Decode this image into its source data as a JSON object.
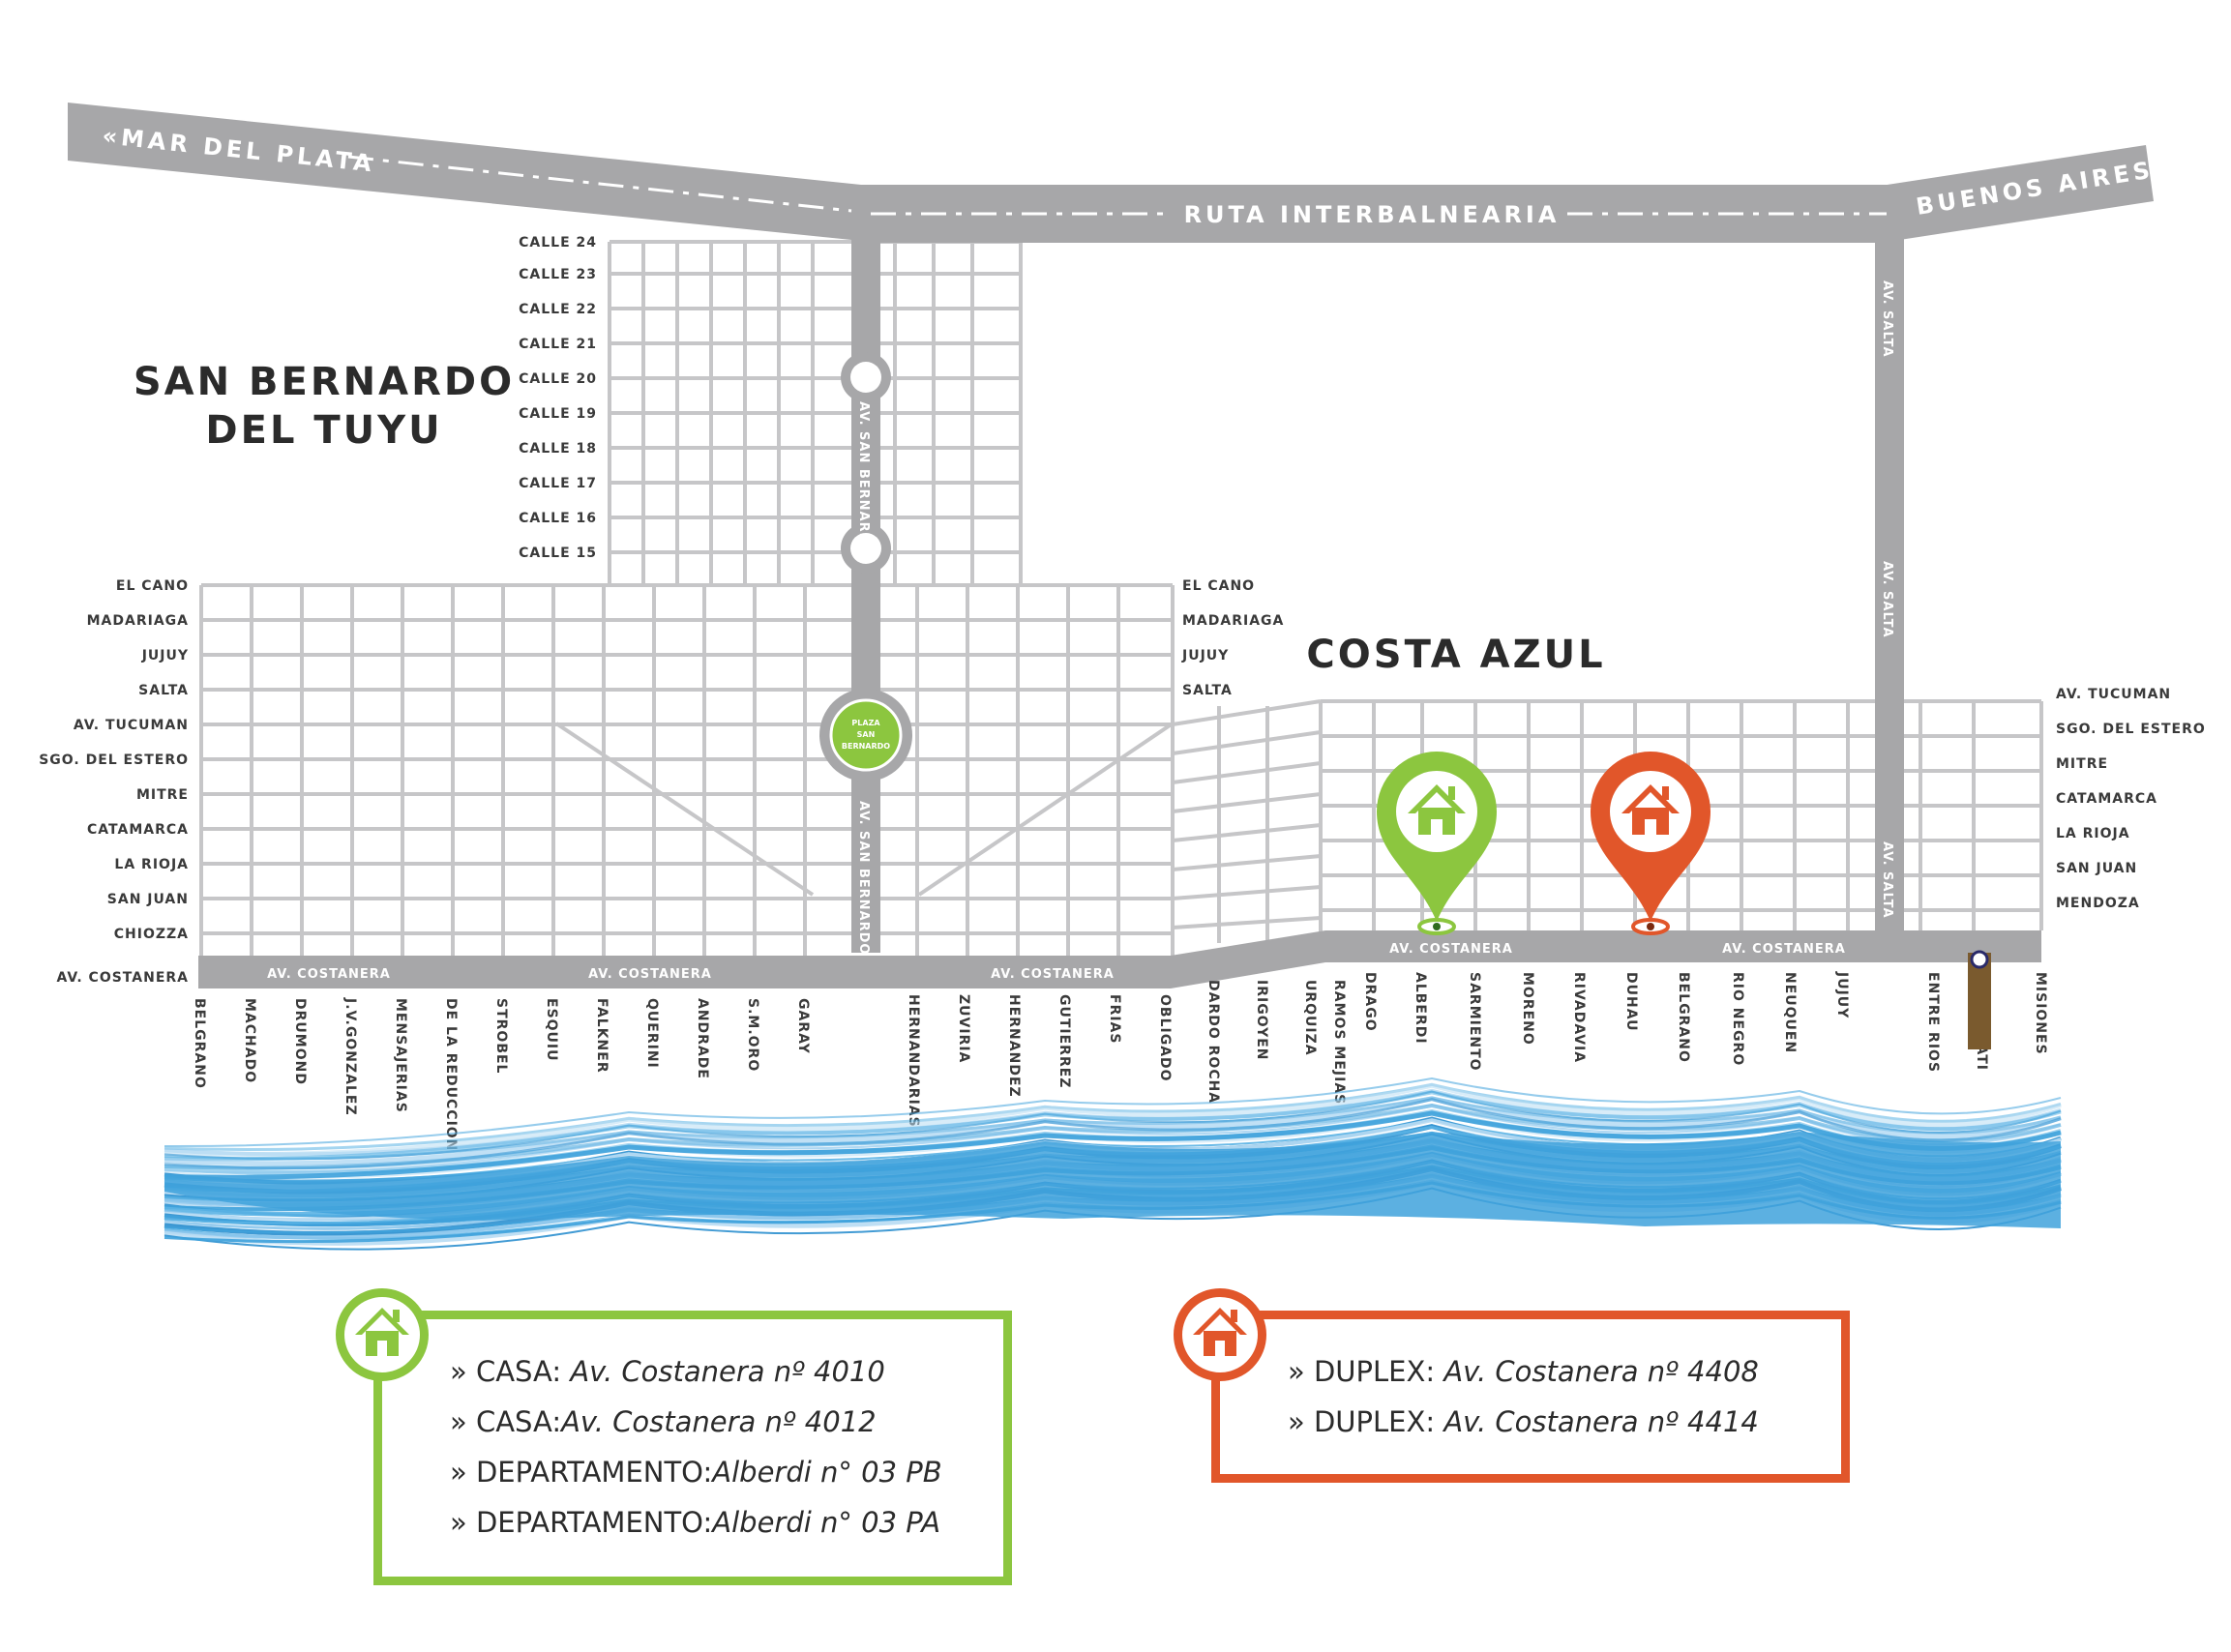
{
  "highways": {
    "west": "«MAR DEL PLATA",
    "center": "RUTA INTERBALNEARIA",
    "east": "BUENOS AIRES »"
  },
  "towns": {
    "san_bernardo_line1": "SAN BERNARDO",
    "san_bernardo_line2": "DEL TUYU",
    "costa_azul": "COSTA AZUL"
  },
  "avenues": {
    "san_bernardo": "AV. SAN BERNARDO",
    "salta": "AV. SALTA",
    "costanera": "AV. COSTANERA",
    "plaza_line1": "PLAZA",
    "plaza_line2": "SAN",
    "plaza_line3": "BERNARDO"
  },
  "north_streets": [
    "CALLE 24",
    "CALLE 23",
    "CALLE 22",
    "CALLE 21",
    "CALLE 20",
    "CALLE 19",
    "CALLE 18",
    "CALLE 17",
    "CALLE 16",
    "CALLE 15"
  ],
  "west_streets": [
    "EL CANO",
    "MADARIAGA",
    "JUJUY",
    "SALTA",
    "AV. TUCUMAN",
    "SGO. DEL ESTERO",
    "MITRE",
    "CATAMARCA",
    "LA RIOJA",
    "SAN JUAN",
    "CHIOZZA",
    "AV. COSTANERA"
  ],
  "middle_streets": [
    "EL CANO",
    "MADARIAGA",
    "JUJUY",
    "SALTA"
  ],
  "east_streets": [
    "AV. TUCUMAN",
    "SGO. DEL ESTERO",
    "MITRE",
    "CATAMARCA",
    "LA RIOJA",
    "SAN JUAN",
    "MENDOZA"
  ],
  "cross_streets_west": [
    "BELGRANO",
    "MACHADO",
    "DRUMOND",
    "J.V.GONZALEZ",
    "MENSAJERIAS",
    "DE LA REDUCCION",
    "STROBEL",
    "ESQUIU",
    "FALKNER",
    "QUERINI",
    "ANDRADE",
    "S.M.ORO",
    "GARAY"
  ],
  "cross_streets_middle": [
    "HERNANDARIAS",
    "ZUVIRIA",
    "HERNANDEZ",
    "GUTIERREZ",
    "FRIAS",
    "OBLIGADO",
    "DARDO ROCHA",
    "IRIGOYEN",
    "URQUIZA",
    "RAMOS MEJIAS"
  ],
  "cross_streets_east": [
    "DRAGO",
    "ALBERDI",
    "SARMIENTO",
    "MORENO",
    "RIVADAVIA",
    "DUHAU",
    "BELGRANO",
    "RIO NEGRO",
    "NEUQUEN",
    "JUJUY",
    "ENTRE RIOS",
    "REBAGLIATI",
    "MISIONES"
  ],
  "colors": {
    "road": "#a7a7a9",
    "grid": "#c6c6c8",
    "green": "#8cc63f",
    "orange": "#e1562a",
    "sea": "#3fa2dc",
    "brown": "#7a5a2e"
  },
  "pins": [
    {
      "icon": "house-icon",
      "color": "green"
    },
    {
      "icon": "house-icon",
      "color": "orange"
    }
  ],
  "legend_green": {
    "items": [
      {
        "type": "» CASA:",
        "addr": "Av. Costanera  nº 4010"
      },
      {
        "type": "» CASA:",
        "addr": "Av. Costanera  nº 4012"
      },
      {
        "type": "» DEPARTAMENTO:",
        "addr": "Alberdi n° 03 PB"
      },
      {
        "type": "» DEPARTAMENTO:",
        "addr": "Alberdi n° 03 PA"
      }
    ]
  },
  "legend_orange": {
    "items": [
      {
        "type": "» DUPLEX:",
        "addr": "Av. Costanera  nº 4408"
      },
      {
        "type": "» DUPLEX:",
        "addr": "Av. Costanera  nº 4414"
      }
    ]
  }
}
